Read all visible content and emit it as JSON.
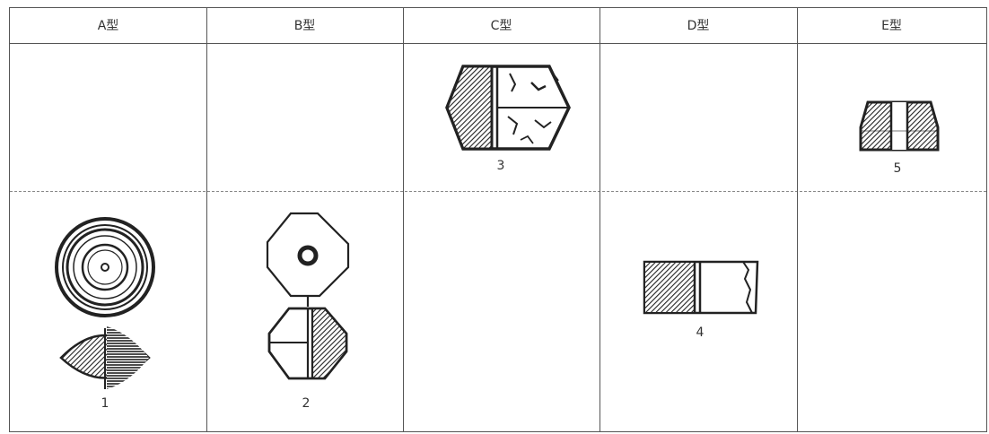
{
  "table": {
    "columns": [
      {
        "label": "A型"
      },
      {
        "label": "B型"
      },
      {
        "label": "C型"
      },
      {
        "label": "D型"
      },
      {
        "label": "E型"
      }
    ]
  },
  "figures": [
    {
      "number": "1",
      "type": "A型"
    },
    {
      "number": "2",
      "type": "B型"
    },
    {
      "number": "3",
      "type": "C型"
    },
    {
      "number": "4",
      "type": "D型"
    },
    {
      "number": "5",
      "type": "E型"
    }
  ]
}
